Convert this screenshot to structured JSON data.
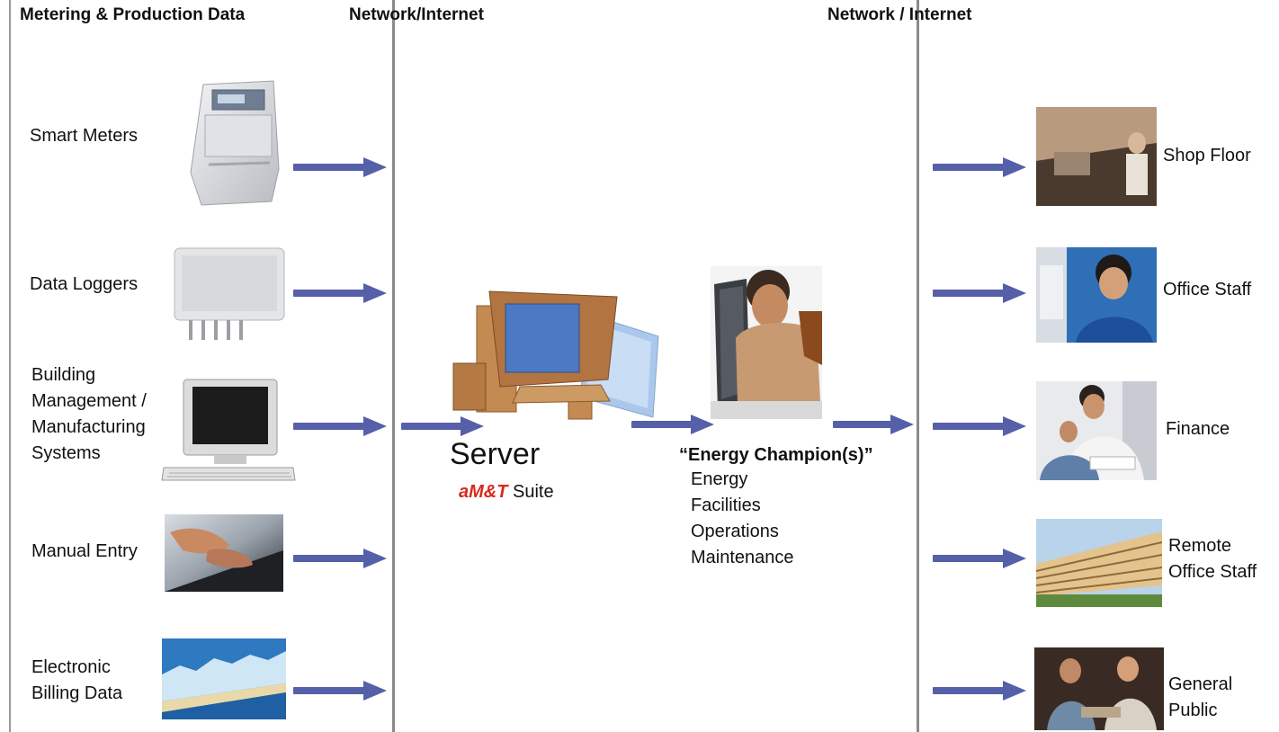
{
  "headers": {
    "metering": "Metering & Production Data",
    "network_left": "Network/Internet",
    "network_right": "Network / Internet"
  },
  "sources": [
    {
      "label": "Smart Meters",
      "icon": "smart-meter-icon"
    },
    {
      "label": "Data Loggers",
      "icon": "data-logger-icon"
    },
    {
      "label_lines": [
        "Building",
        "Management /",
        "Manufacturing",
        "Systems"
      ],
      "icon": "computer-monitor-icon"
    },
    {
      "label": "Manual Entry",
      "icon": "keyboard-typing-photo"
    },
    {
      "label_lines": [
        "Electronic",
        "Billing Data"
      ],
      "icon": "billing-chart-image"
    }
  ],
  "server": {
    "title": "Server",
    "suite_brand": "aM&T",
    "suite_rest": " Suite"
  },
  "champion": {
    "title": "“Energy Champion(s)”",
    "roles": [
      "Energy",
      "Facilities",
      "Operations",
      "Maintenance"
    ]
  },
  "audiences": [
    {
      "label_lines": [
        "Shop Floor"
      ]
    },
    {
      "label_lines": [
        "Office Staff"
      ]
    },
    {
      "label_lines": [
        "Finance"
      ]
    },
    {
      "label_lines": [
        "Remote",
        "Office Staff"
      ]
    },
    {
      "label_lines": [
        "General",
        "Public"
      ]
    }
  ],
  "colors": {
    "arrow": "#5560a8",
    "brand_red": "#d9291c",
    "divider": "#8a8a8a"
  }
}
